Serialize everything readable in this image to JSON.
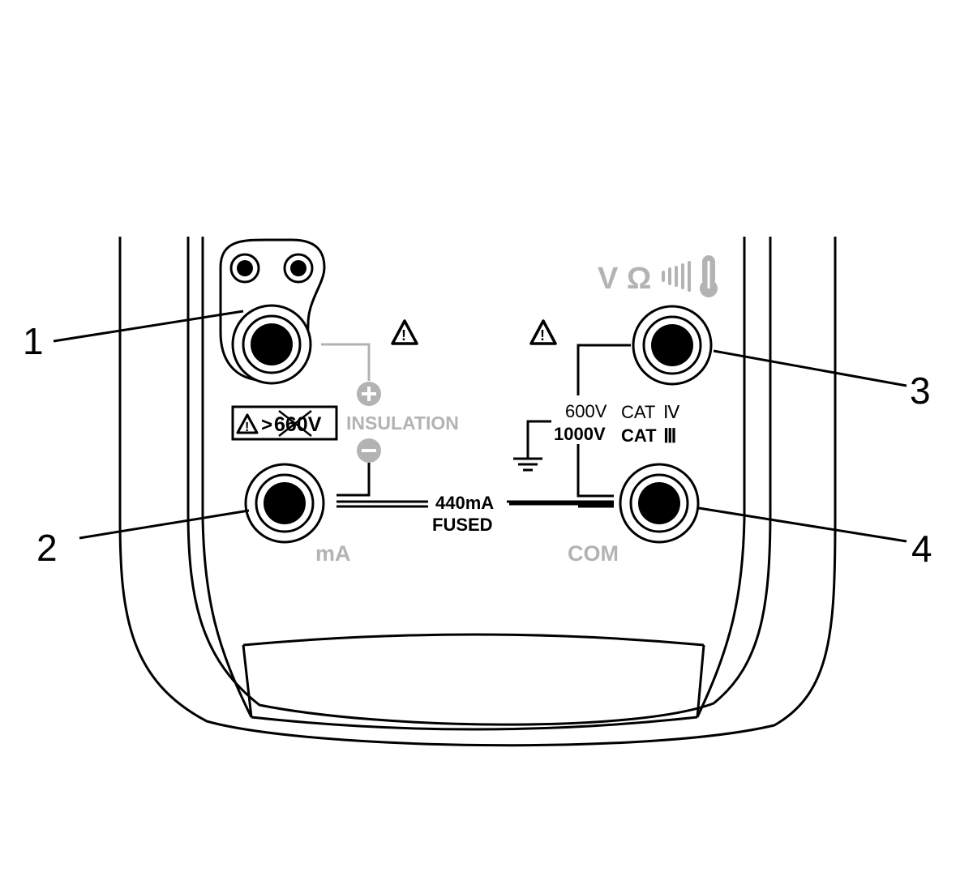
{
  "callouts": [
    "1",
    "2",
    "3",
    "4"
  ],
  "labels": {
    "function_symbols": "V Ω",
    "insulation": "INSULATION",
    "insulation_plus": "+",
    "insulation_minus": "−",
    "warning_voltage": "660V",
    "warning_prefix": ">",
    "ma": "mA",
    "com": "COM",
    "fuse_current": "440mA",
    "fuse_word": "FUSED",
    "cat_line1_voltage": "600V",
    "cat_line1_cat": "CAT",
    "cat_line1_class": "Ⅳ",
    "cat_line2_voltage": "1000V",
    "cat_line2_cat": "CAT",
    "cat_line2_class": "Ⅲ",
    "warning_mark": "!"
  },
  "icons": {
    "warning_triangle": "warning-triangle-icon",
    "continuity": "continuity-beeper-icon",
    "thermometer": "thermometer-icon",
    "ground": "ground-icon"
  },
  "colors": {
    "line": "#000000",
    "gray": "#b3b3b3",
    "background": "#ffffff"
  }
}
